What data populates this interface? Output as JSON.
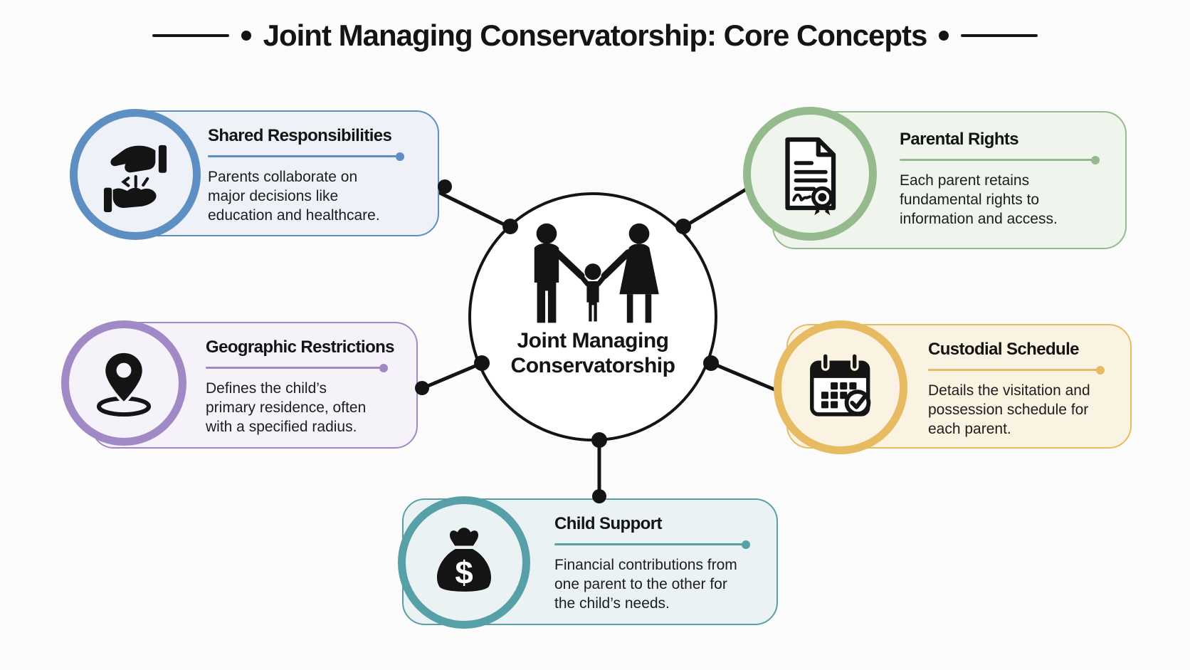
{
  "header": {
    "title": "Joint Managing Conservatorship: Core Concepts"
  },
  "center": {
    "icon": "family-icon",
    "line1": "Joint Managing",
    "line2": "Conservatorship"
  },
  "cards": [
    {
      "id": "shared-responsibilities",
      "title": "Shared Responsibilities",
      "description": "Parents collaborate on\nmajor decisions like\neducation and healthcare.",
      "icon": "hands-exchange-icon",
      "accent": "#5d8fc3",
      "bg": "#eef2f8"
    },
    {
      "id": "parental-rights",
      "title": "Parental Rights",
      "description": "Each parent retains\nfundamental rights to\ninformation and access.",
      "icon": "certificate-document-icon",
      "accent": "#94ba8d",
      "bg": "#eff4ec"
    },
    {
      "id": "geographic-restrictions",
      "title": "Geographic Restrictions",
      "description": "Defines the child’s\nprimary residence, often\nwith a specified radius.",
      "icon": "location-pin-icon",
      "accent": "#a189c6",
      "bg": "#f6f2f9"
    },
    {
      "id": "custodial-schedule",
      "title": "Custodial Schedule",
      "description": "Details the visitation and\npossession schedule for\neach parent.",
      "icon": "calendar-check-icon",
      "accent": "#e7bb62",
      "bg": "#fbf3e2"
    },
    {
      "id": "child-support",
      "title": "Child Support",
      "description": "Financial contributions from\none parent to the other for\nthe child’s needs.",
      "icon": "money-bag-icon",
      "accent": "#57a0a7",
      "bg": "#ebf2f3"
    }
  ],
  "colors": {
    "ink": "#141414",
    "page_background": "#fcfcfc"
  }
}
